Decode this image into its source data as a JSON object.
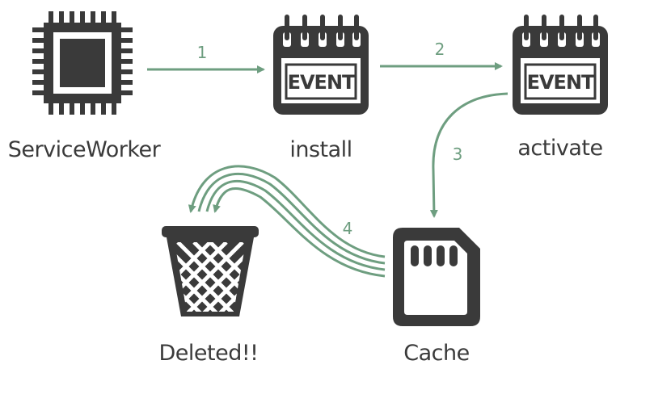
{
  "nodes": {
    "service_worker": {
      "label": "ServiceWorker",
      "icon": "cpu-chip-icon"
    },
    "install": {
      "label": "install",
      "icon": "calendar-event-icon",
      "badge": "EVENT"
    },
    "activate": {
      "label": "activate",
      "icon": "calendar-event-icon",
      "badge": "EVENT"
    },
    "cache": {
      "label": "Cache",
      "icon": "sd-card-icon"
    },
    "deleted": {
      "label": "Deleted!!",
      "icon": "trash-bin-icon"
    }
  },
  "edges": [
    {
      "from": "service_worker",
      "to": "install",
      "label": "1"
    },
    {
      "from": "install",
      "to": "activate",
      "label": "2"
    },
    {
      "from": "activate",
      "to": "cache",
      "label": "3"
    },
    {
      "from": "cache",
      "to": "deleted",
      "label": "4"
    }
  ],
  "colors": {
    "ink": "#3a3a3a",
    "arrow": "#6e9e80",
    "background": "#ffffff"
  }
}
